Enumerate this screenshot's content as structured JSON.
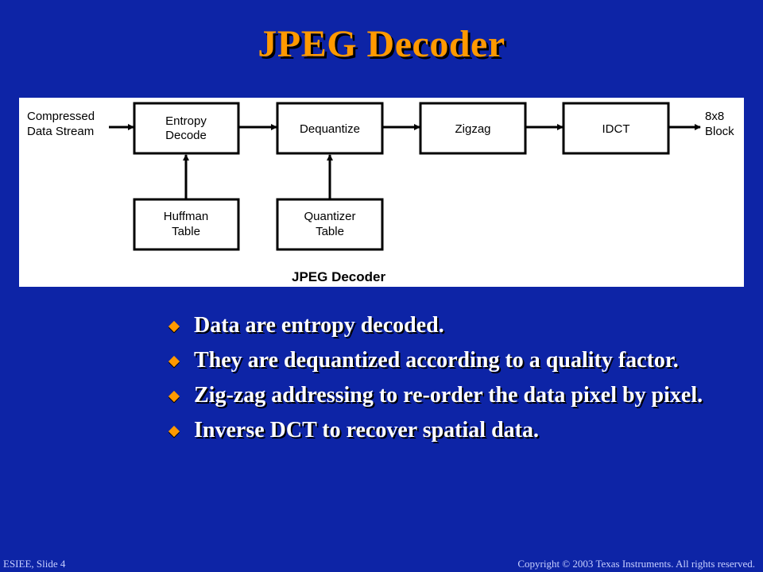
{
  "slide": {
    "title": "JPEG Decoder"
  },
  "diagram": {
    "input_label": [
      "Compressed",
      "Data Stream"
    ],
    "output_label": [
      "8x8",
      "Block"
    ],
    "boxes": {
      "entropy": [
        "Entropy",
        "Decode"
      ],
      "dequantize": [
        "Dequantize"
      ],
      "zigzag": [
        "Zigzag"
      ],
      "idct": [
        "IDCT"
      ],
      "huffman": [
        "Huffman",
        "Table"
      ],
      "quantizer": [
        "Quantizer",
        "Table"
      ]
    },
    "caption": "JPEG Decoder"
  },
  "bullets": [
    "Data are entropy decoded.",
    "They are dequantized according to a quality factor.",
    "Zig-zag addressing to re-order the data pixel by pixel.",
    "Inverse DCT to recover spatial data."
  ],
  "colors": {
    "background": "#0d24a6",
    "title": "#ff9900",
    "bullet": "#ff9900",
    "text": "#ffffff"
  },
  "footer": {
    "left": "ESIEE, Slide 4",
    "right": "Copyright © 2003 Texas Instruments. All rights reserved."
  }
}
